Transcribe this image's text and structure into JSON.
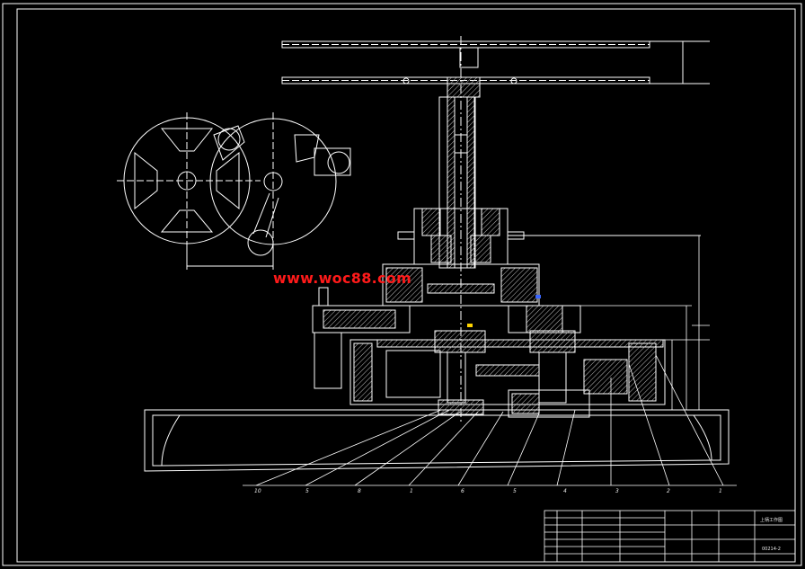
{
  "watermark": "www.woc88.com",
  "part_callouts": [
    "10",
    "5",
    "8",
    "1",
    "6",
    "5",
    "4",
    "3",
    "2",
    "1"
  ],
  "title_block": {
    "drawing_number": "00214-2",
    "name": "上柄工作图"
  },
  "colors": {
    "background": "#000000",
    "lines": "#ffffff",
    "hatch": "#bdbdbd",
    "watermark": "#ff1a1a",
    "accent_yellow": "#ffd400",
    "accent_blue": "#3a66ff"
  }
}
